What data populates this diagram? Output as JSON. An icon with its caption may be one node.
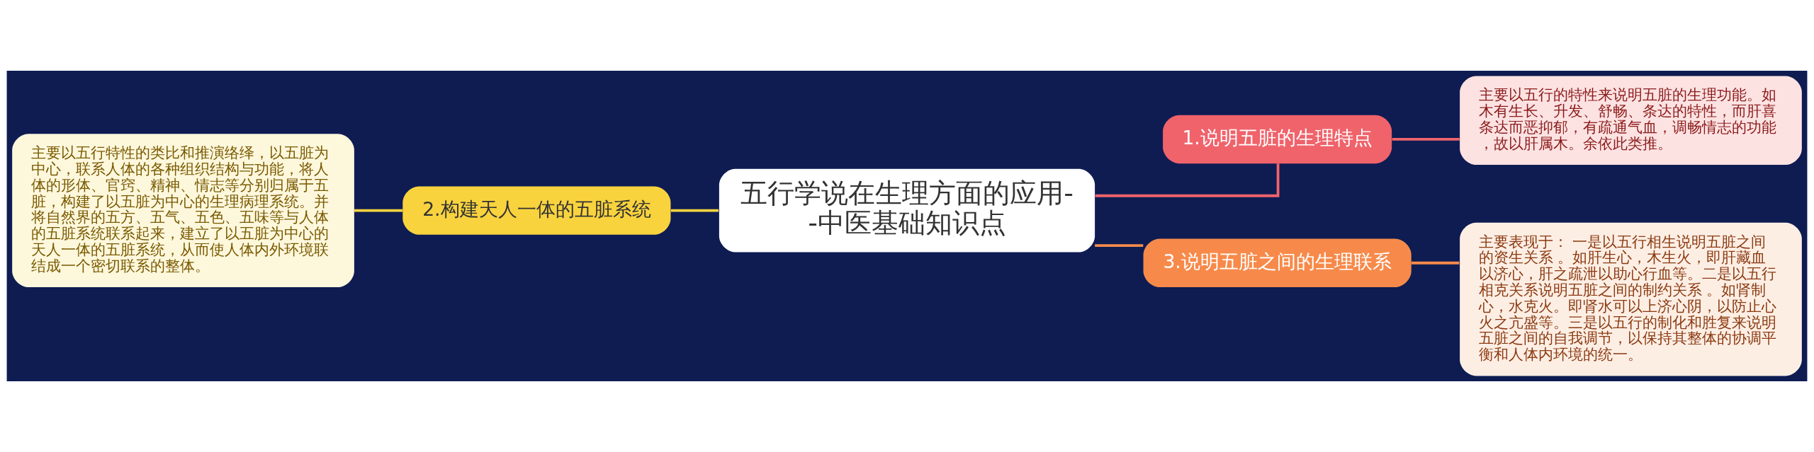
{
  "diagram": {
    "nodes": [
      {
        "text": [
          "五行学说在生理方面的应用--中医基础知识点"
        ]
      },
      {
        "text": [
          "1.说明五脏的生理特点"
        ]
      },
      {
        "text": [
          "主要以五行的特性来说明五脏的生理功能。如木有生长、升发、舒畅、条达的特性，而肝喜条达而恶抑郁，有疏通气血，调畅情志的功能，故以肝属木。余依此类推。"
        ]
      },
      {
        "text": [
          "3.说明五脏之间的生理联系"
        ]
      },
      {
        "text": [
          "主要表现于： 一是以五行相生说明五脏之间的资生关系 。如肝生心，木生火，即肝藏血以济心，肝之疏泄以助心行血等。二是以五行相克关系说明五脏之间的制约关系 。如肾制心，水克火。即肾水可以上济心阴，以防止心火之亢盛等。三是以五行的制化和胜复来说明五脏之间的自我调节，以保持其整体的协调平衡和人体内环境的统一。"
        ]
      },
      {
        "text": [
          "2.构建天人一体的五脏系统"
        ]
      },
      {
        "text": [
          "主要以五行特性的类比和推演络绎，以五脏为中心，联系人体的各种组织结构与功能，将人体的形体、官窍、精神、情志等分别归属于五脏，构建了以五脏为中心的生理病理系统。并将自然界的五方、五气、五色、五味等与人体的五脏系统联系起来，建立了以五脏为中心的天人一体的五脏系统，从而使人体内外环境联结成一个密切联系的整体。"
        ]
      }
    ],
    "edges": [
      {
        "from": 0,
        "to": 1,
        "arrow": "none",
        "color": "#f0636b"
      },
      {
        "from": 1,
        "to": 2,
        "arrow": "none",
        "color": "#f0636b"
      },
      {
        "from": 0,
        "to": 3,
        "arrow": "none",
        "color": "#f78a4a"
      },
      {
        "from": 3,
        "to": 4,
        "arrow": "none",
        "color": "#f78a4a"
      },
      {
        "from": 6,
        "to": 5,
        "arrow": "none",
        "color": "#f9d33e"
      },
      {
        "from": 5,
        "to": 0,
        "arrow": "none",
        "color": "#f9d33e"
      }
    ]
  }
}
